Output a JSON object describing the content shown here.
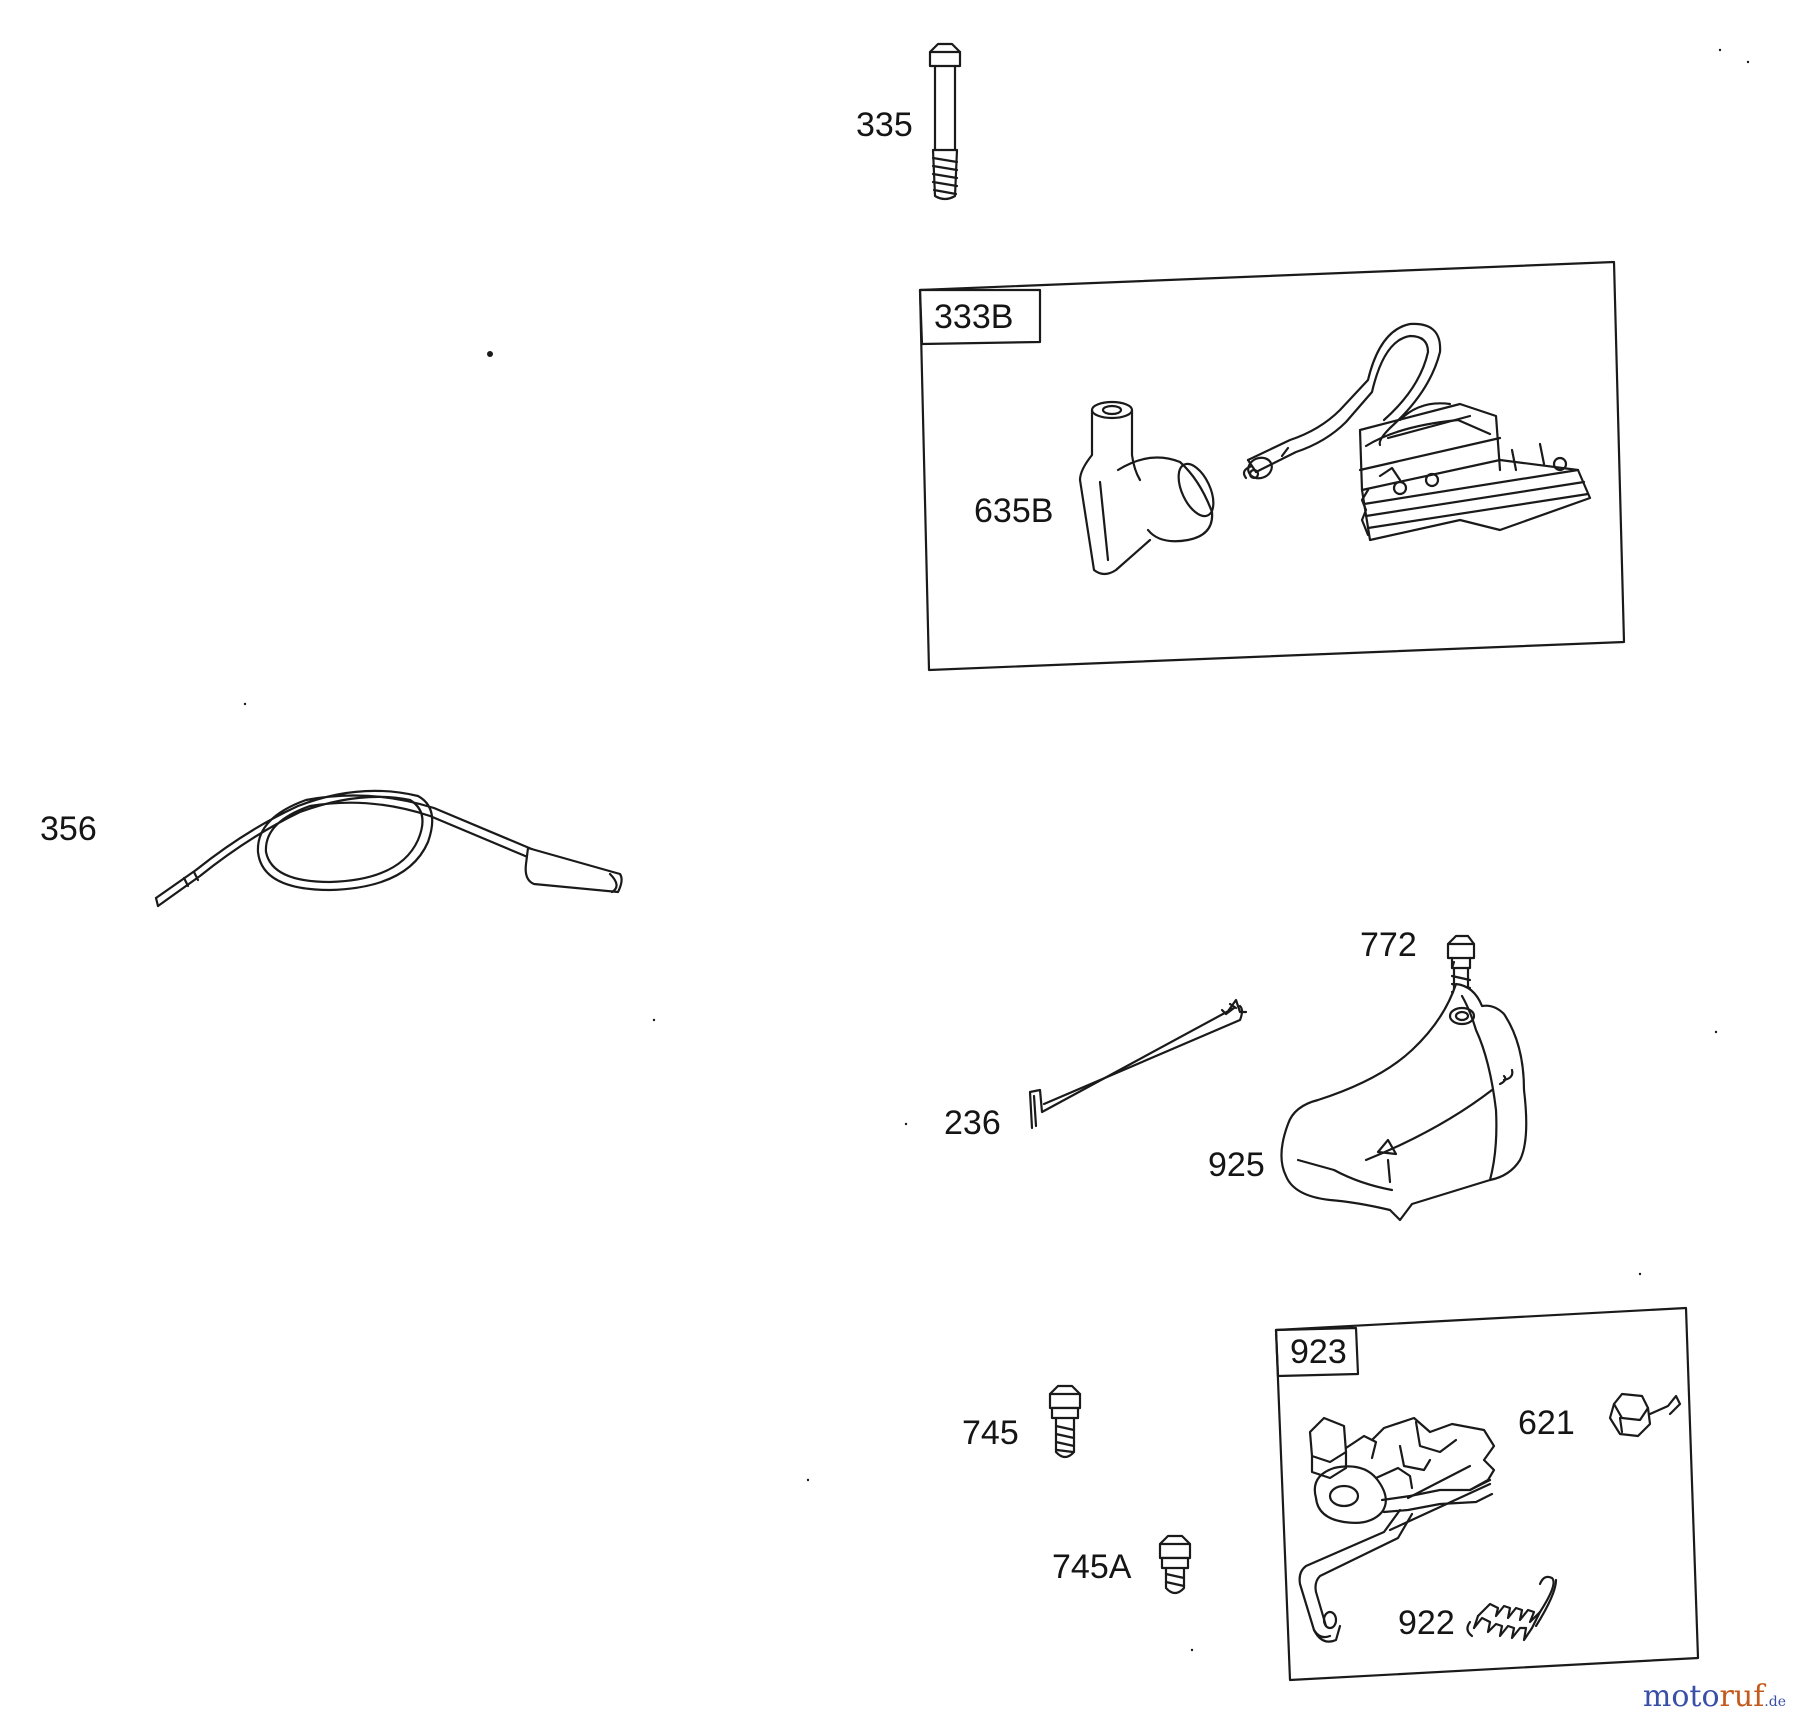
{
  "parts": [
    {
      "id": "p335",
      "label": "335"
    },
    {
      "id": "p356",
      "label": "356"
    },
    {
      "id": "p635B",
      "label": "635B"
    },
    {
      "id": "p772",
      "label": "772"
    },
    {
      "id": "p236",
      "label": "236"
    },
    {
      "id": "p925",
      "label": "925"
    },
    {
      "id": "p745",
      "label": "745"
    },
    {
      "id": "p745A",
      "label": "745A"
    },
    {
      "id": "p621",
      "label": "621"
    },
    {
      "id": "p922",
      "label": "922"
    }
  ],
  "kits": [
    {
      "id": "k333B",
      "label": "333B"
    },
    {
      "id": "k923",
      "label": "923"
    }
  ],
  "watermark": {
    "part1": "moto",
    "part2": "ruf",
    "suffix": ".de"
  },
  "colors": {
    "line": "#1a1a1a",
    "wm_blue": "#3a4fa8",
    "wm_orange": "#c45a1e"
  }
}
